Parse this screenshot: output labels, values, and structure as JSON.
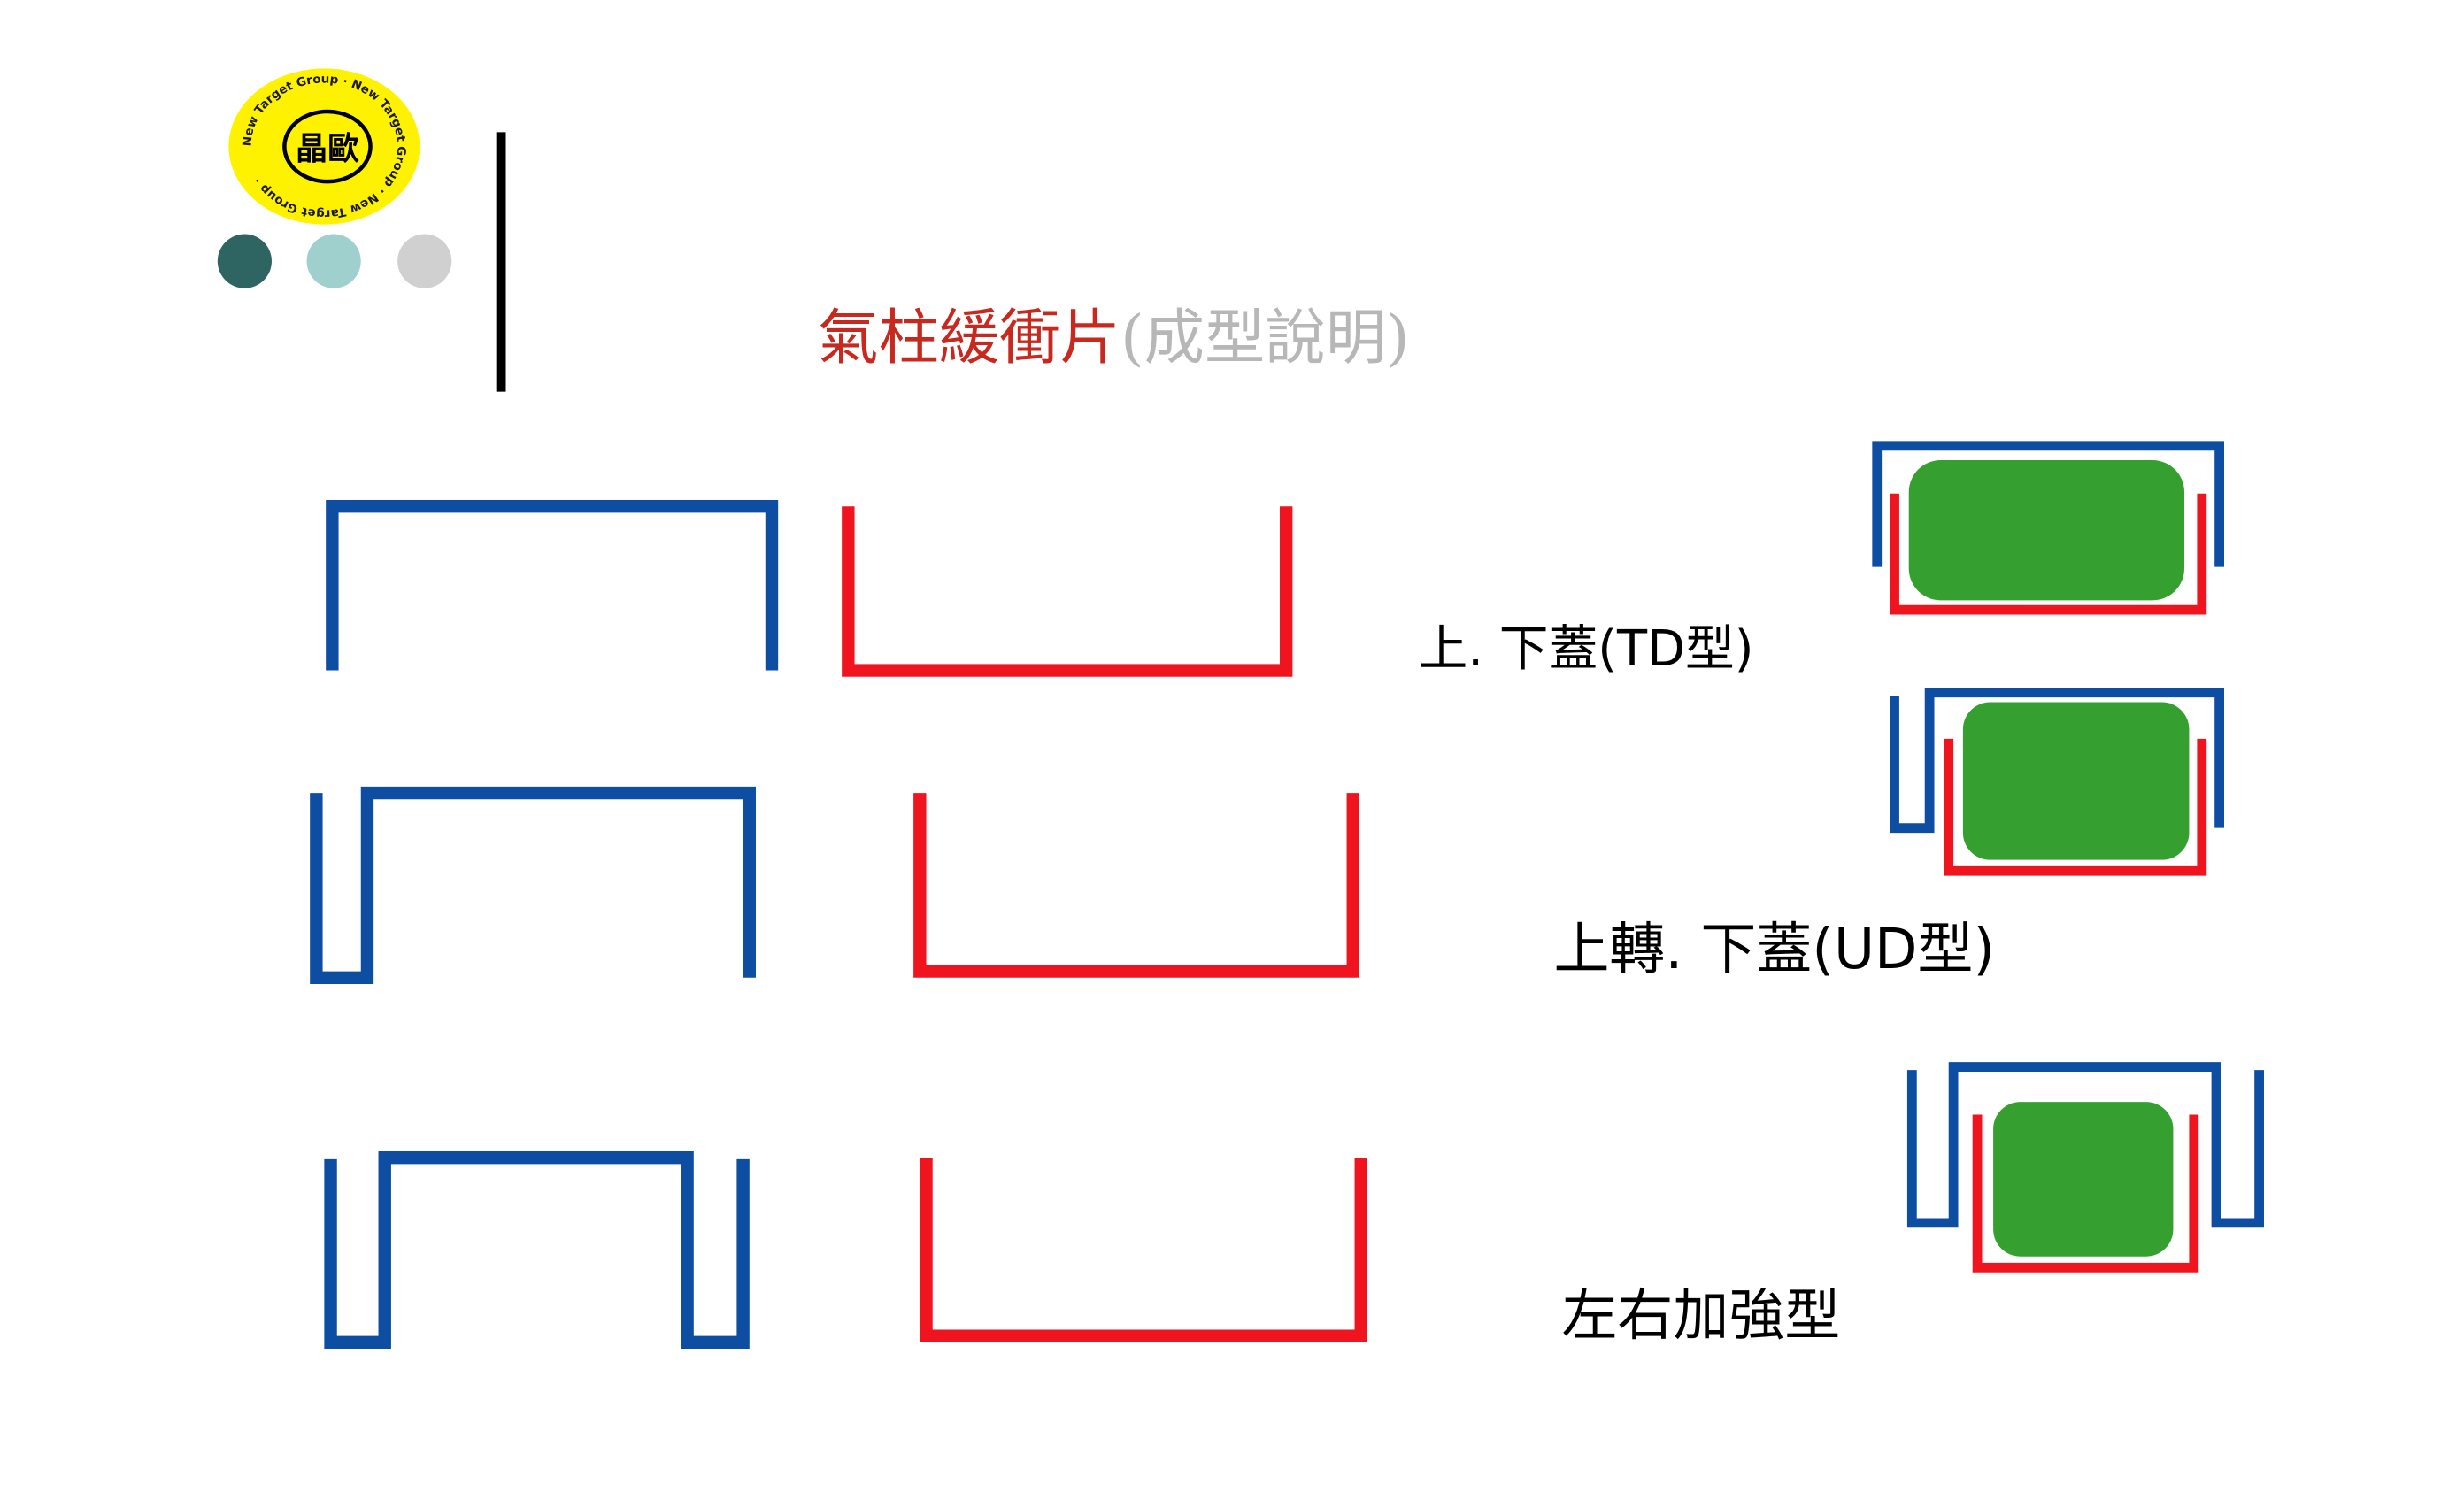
{
  "logo": {
    "center_text": "晶歐",
    "ring_text": "New Target Group · New Target Group · New Target Group ·"
  },
  "title": {
    "main": "氣柱緩衝片",
    "sub": "(成型說明)"
  },
  "labels": {
    "td": "上. 下蓋(TD型)",
    "ud": "上轉. 下蓋(UD型)",
    "lr": "左右加強型"
  },
  "colors": {
    "blue": "#0d4ea3",
    "red": "#f0141e",
    "green": "#35a030",
    "logo_yellow": "#fff200",
    "dot_dark": "#2e6462",
    "dot_mid": "#9fd0cd",
    "dot_light": "#d0d0d0"
  }
}
